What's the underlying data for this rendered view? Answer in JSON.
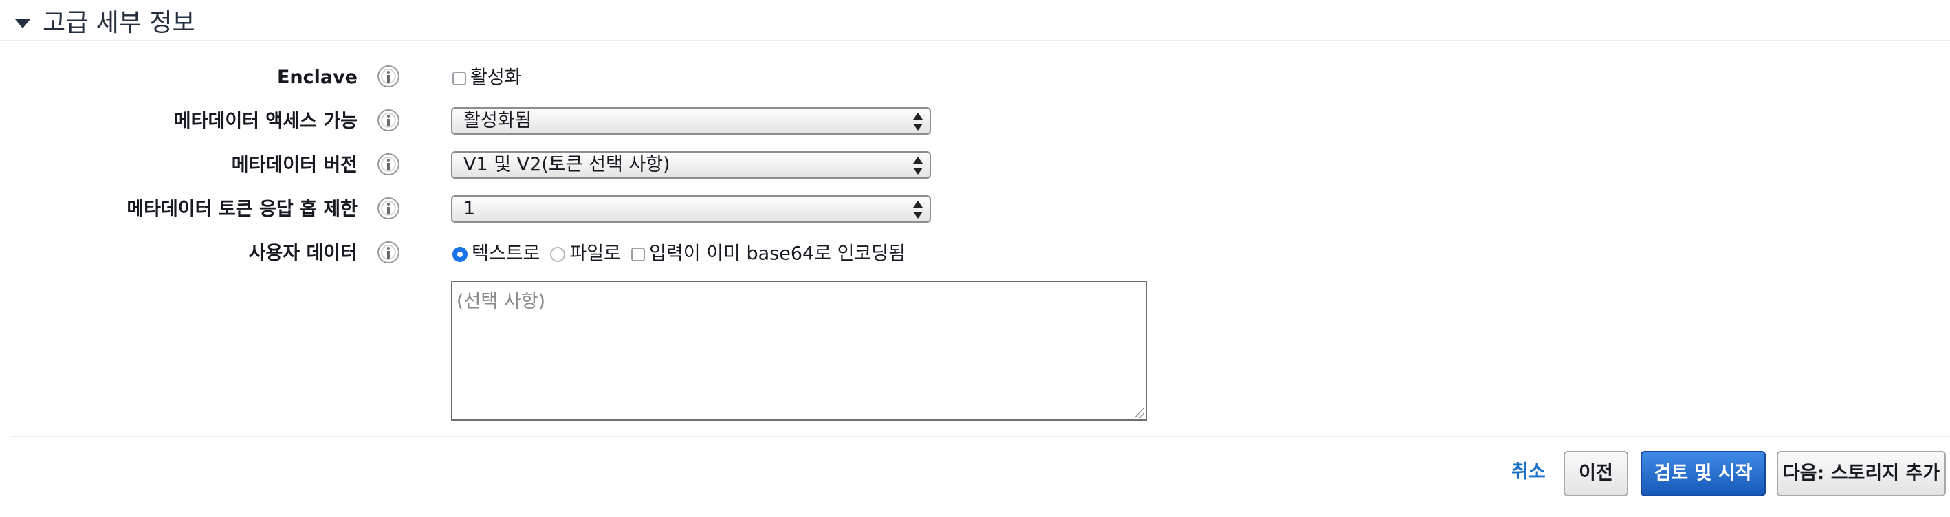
{
  "section": {
    "title": "고급 세부 정보"
  },
  "fields": {
    "enclave": {
      "label": "Enclave",
      "checkbox_label": "활성화"
    },
    "metadata_access": {
      "label": "메타데이터 액세스 가능",
      "value": "활성화됨"
    },
    "metadata_version": {
      "label": "메타데이터 버전",
      "value": "V1 및 V2(토큰 선택 사항)"
    },
    "metadata_hop_limit": {
      "label": "메타데이터 토큰 응답 홉 제한",
      "value": "1"
    },
    "user_data": {
      "label": "사용자 데이터",
      "option_text": "텍스트로",
      "option_file": "파일로",
      "option_base64": "입력이 이미 base64로 인코딩됨",
      "placeholder": "(선택 사항)",
      "value": ""
    }
  },
  "footer": {
    "cancel_label": "취소",
    "previous_label": "이전",
    "review_launch_label": "검토 및 시작",
    "next_label": "다음: 스토리지 추가"
  },
  "colors": {
    "primary_button": "#1859b8",
    "link": "#1a6fc7",
    "radio_checked": "#1a73e8"
  }
}
